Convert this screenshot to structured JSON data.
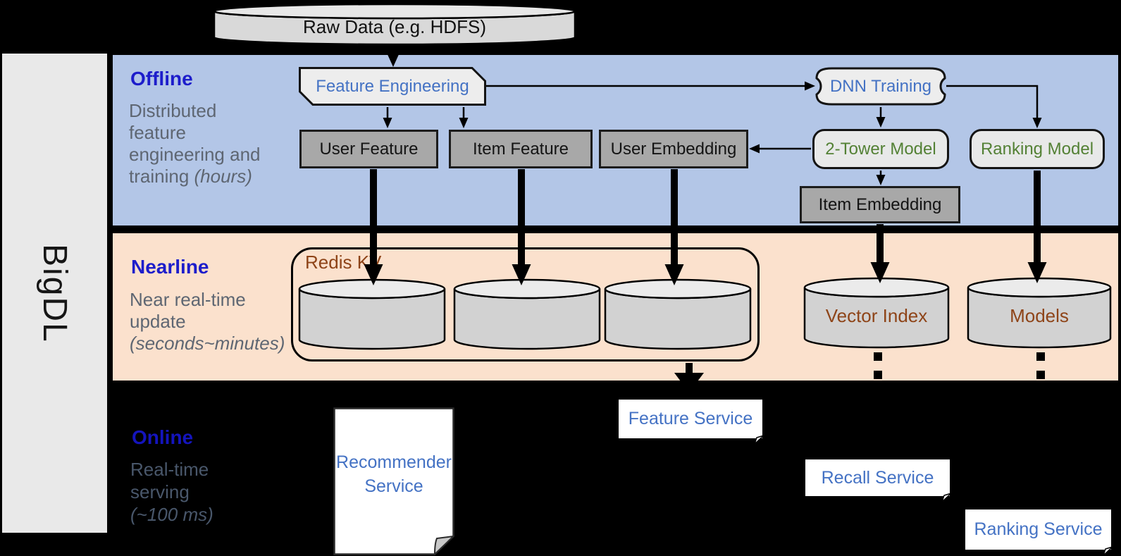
{
  "palette": {
    "background": "#000000",
    "offline_band": "#b3c6e7",
    "nearline_band": "#fbe1cd",
    "sidebar_gray": "#e9e9e9",
    "box_gray": "#a8a8a8",
    "box_light": "#e8e9e9",
    "cylinder_body": "#d2d2d2",
    "header_blue": "#1d1dcb",
    "desc_gray": "#5e6672",
    "label_blue": "#4472c4",
    "label_green": "#538135",
    "label_brown": "#8e4418"
  },
  "sidebar": {
    "label": "BigDL"
  },
  "raw_data": {
    "label": "Raw Data (e.g. HDFS)"
  },
  "offline": {
    "title": "Offline",
    "desc_line1": "Distributed",
    "desc_line2": "feature",
    "desc_line3": "engineering and",
    "desc_line4_prefix": "training ",
    "desc_line4_italic": "(hours)",
    "feature_engineering": "Feature Engineering",
    "dnn_training": "DNN Training",
    "user_feature": "User Feature",
    "item_feature": "Item Feature",
    "user_embedding": "User Embedding",
    "two_tower_model": "2-Tower Model",
    "ranking_model": "Ranking Model",
    "item_embedding": "Item Embedding"
  },
  "nearline": {
    "title": "Nearline",
    "desc_line1": "Near real-time",
    "desc_line2": "update",
    "desc_line3_italic": "(seconds~minutes)",
    "redis_kv": "Redis KV",
    "vector_index": "Vector Index",
    "models": "Models"
  },
  "online": {
    "title": "Online",
    "desc_line1": "Real-time",
    "desc_line2": "serving",
    "desc_line3_italic": "(~100 ms)",
    "recommender_line1": "Recommender",
    "recommender_line2": "Service",
    "feature_service": "Feature Service",
    "recall_service": "Recall Service",
    "ranking_service": "Ranking Service"
  }
}
